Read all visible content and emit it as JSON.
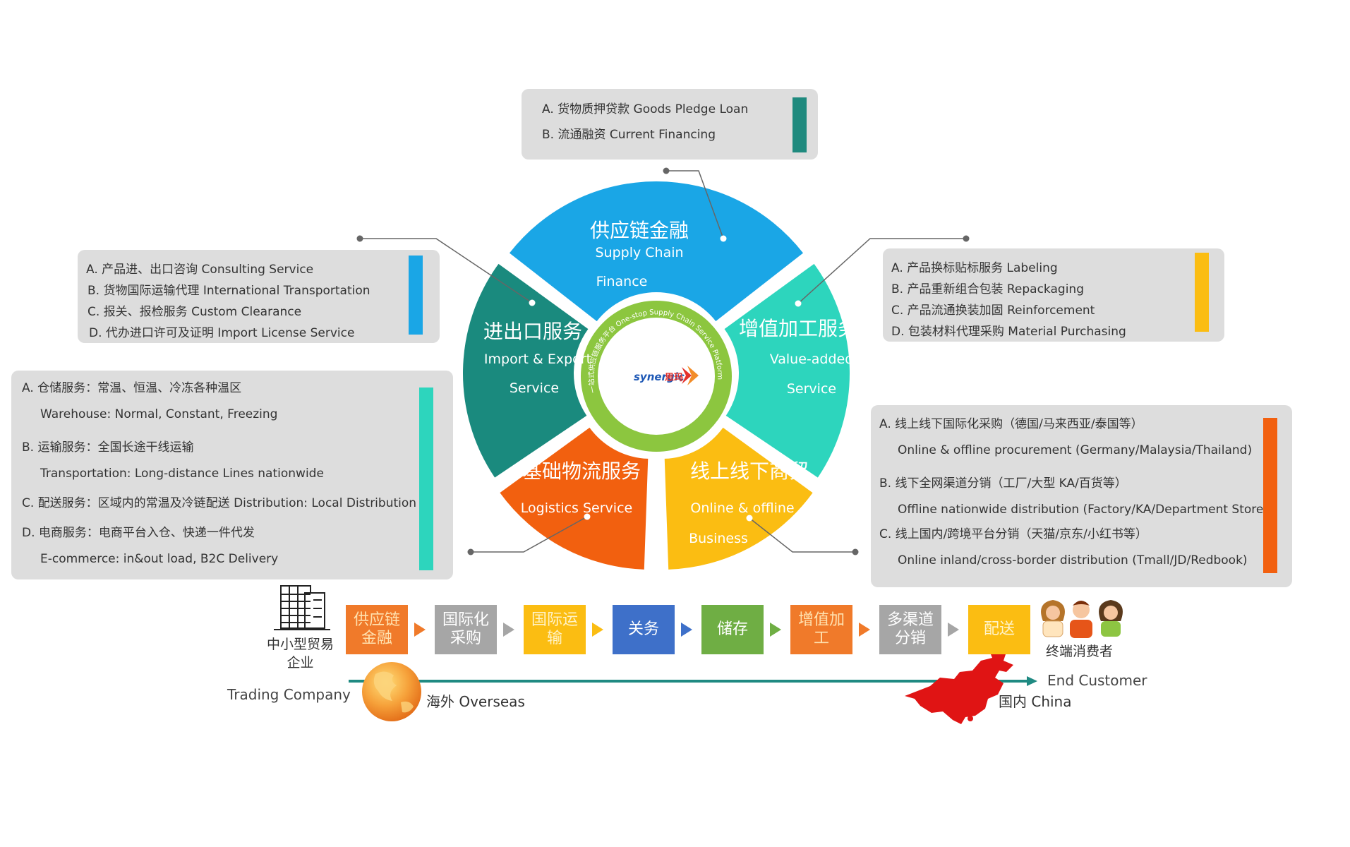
{
  "colors": {
    "finance": "#1aa6e6",
    "value_added": "#2dd5bd",
    "commerce": "#fbbd12",
    "logistics": "#f2600f",
    "import_export": "#1a8a7e",
    "ring": "#8cc63f",
    "box_bg": "#dddddd"
  },
  "center": {
    "ring_text": "一站式供应链服务平台 One-stop Supply Chain Service Platform",
    "logo_text": "synergic",
    "logo_cn": "思玛"
  },
  "wheel": {
    "finance": {
      "cn": "供应链金融",
      "en1": "Supply Chain",
      "en2": "Finance"
    },
    "value_added": {
      "cn": "增值加工服务",
      "en1": "Value-added",
      "en2": "Service"
    },
    "commerce": {
      "cn": "线上线下商贸",
      "en1": "Online & offline",
      "en2": "Business"
    },
    "logistics": {
      "cn": "基础物流服务",
      "en1": "Logistics Service"
    },
    "import_export": {
      "cn": "进出口服务",
      "en1": "Import & Export",
      "en2": "Service"
    }
  },
  "boxes": {
    "finance": [
      "A.  货物质押贷款  Goods Pledge Loan",
      "B.  流通融资  Current Financing"
    ],
    "import_export": [
      "A.  产品进、出口咨询 Consulting Service",
      "B.  货物国际运输代理 International Transportation",
      "C.  报关、报检服务 Custom Clearance",
      "D.  代办进口许可及证明 Import License Service"
    ],
    "value_added": [
      "A.  产品换标贴标服务 Labeling",
      "B.  产品重新组合包装 Repackaging",
      "C.  产品流通换装加固 Reinforcement",
      "D.  包装材料代理采购 Material Purchasing"
    ],
    "logistics": [
      "A.  仓储服务：常温、恒温、冷冻各种温区",
      "Warehouse: Normal, Constant,    Freezing",
      "B.  运输服务：全国长途干线运输",
      "Transportation: Long-distance Lines nationwide",
      "C.  配送服务：区域内的常温及冷链配送 Distribution: Local Distribution",
      "D.  电商服务：电商平台入仓、快递一件代发",
      "E-commerce: in&out load, B2C Delivery"
    ],
    "commerce": [
      "A.  线上线下国际化采购（德国/马来西亚/泰国等）",
      "Online & offline procurement (Germany/Malaysia/Thailand)",
      "B.  线下全网渠道分销（工厂/大型 KA/百货等）",
      "Offline nationwide distribution (Factory/KA/Department Store)",
      "C.  线上国内/跨境平台分销（天猫/京东/小红书等）",
      "Online inland/cross-border distribution (Tmall/JD/Redbook)"
    ]
  },
  "flow": {
    "start_cn": "中小型贸易\n企业",
    "start_en": "Trading Company",
    "steps": [
      {
        "label": "供应链金融",
        "color": "#f07a2a",
        "text_color": "#ffe2b0"
      },
      {
        "label": "国际化采购",
        "color": "#a6a6a6",
        "text_color": "#ffffff"
      },
      {
        "label": "国际运输",
        "color": "#fbbd12",
        "text_color": "#fff3c8"
      },
      {
        "label": "关务",
        "color": "#3e70c9",
        "text_color": "#ffffff"
      },
      {
        "label": "储存",
        "color": "#6fae44",
        "text_color": "#ffffff"
      },
      {
        "label": "增值加工",
        "color": "#f07a2a",
        "text_color": "#ffe2b0"
      },
      {
        "label": "多渠道分销",
        "color": "#a6a6a6",
        "text_color": "#ffffff"
      },
      {
        "label": "配送",
        "color": "#fbbd12",
        "text_color": "#fff3c8"
      }
    ],
    "end_cn": "终端消费者",
    "end_en": "End Customer",
    "overseas": "海外 Overseas",
    "china": "国内 China"
  }
}
